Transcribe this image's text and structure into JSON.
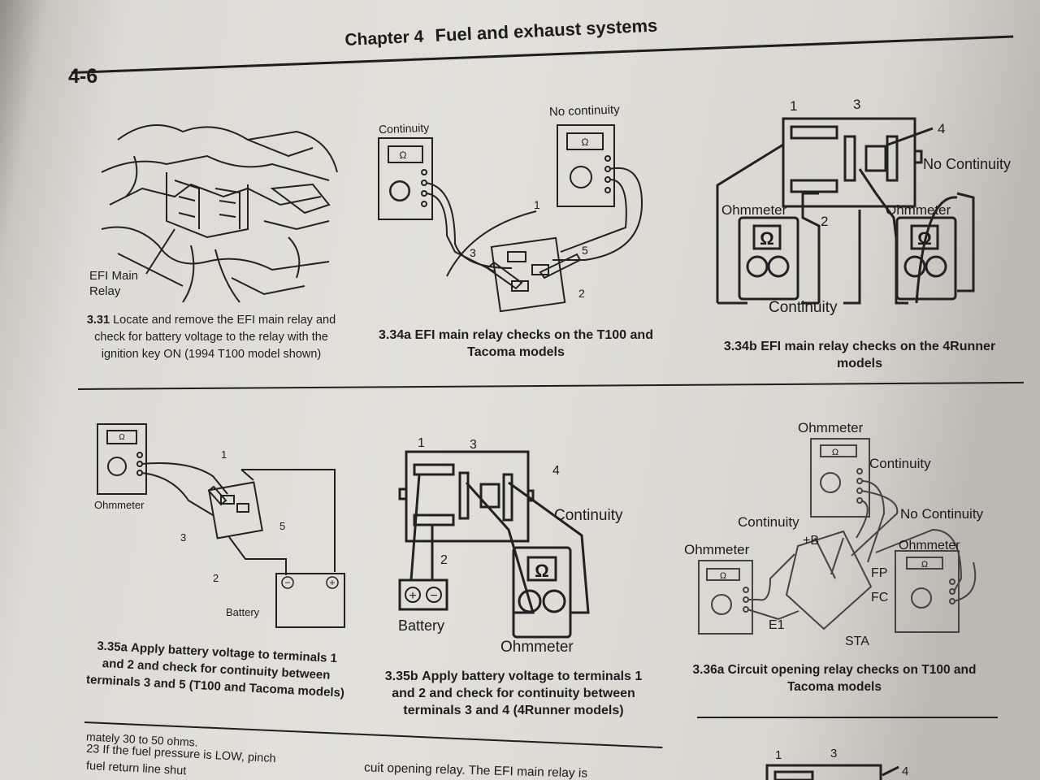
{
  "header": {
    "page_number": "4-6",
    "chapter": "Chapter 4",
    "title": "Fuel and exhaust systems"
  },
  "fig331": {
    "label": "EFI Main\nRelay",
    "caption_num": "3.31",
    "caption": "Locate and remove the EFI main relay and check for battery voltage to the relay with the ignition key ON (1994 T100 model shown)"
  },
  "fig334a": {
    "meter_left": "Continuity",
    "meter_right": "No continuity",
    "terminals": [
      "1",
      "3",
      "5",
      "2"
    ],
    "caption_num": "3.34a",
    "caption": "EFI main relay checks on the T100 and Tacoma models"
  },
  "fig334b": {
    "terminals": [
      "1",
      "3",
      "4",
      "2"
    ],
    "no_continuity": "No Continuity",
    "ohmmeter_left": "Ohmmeter",
    "ohmmeter_right": "Ohmmeter",
    "continuity": "Continuity",
    "omega": "Ω",
    "caption_num": "3.34b",
    "caption": "EFI main relay checks on the 4Runner models"
  },
  "fig335a": {
    "ohmmeter": "Ohmmeter",
    "terminals": [
      "1",
      "3",
      "5",
      "2"
    ],
    "battery": "Battery",
    "caption_num": "3.35a",
    "caption": "Apply battery voltage to terminals 1 and 2 and check for continuity between terminals 3 and 5 (T100 and Tacoma models)"
  },
  "fig335b": {
    "terminals": [
      "1",
      "3",
      "4",
      "2"
    ],
    "continuity": "Continuity",
    "battery": "Battery",
    "ohmmeter": "Ohmmeter",
    "omega": "Ω",
    "caption_num": "3.35b",
    "caption": "Apply battery voltage to terminals 1 and 2 and check for continuity between terminals 3 and 4 (4Runner models)"
  },
  "fig336a": {
    "ohmmeter_top": "Ohmmeter",
    "continuity_top": "Continuity",
    "continuity_left": "Continuity",
    "no_continuity": "No Continuity",
    "ohmmeter_left": "Ohmmeter",
    "ohmmeter_right": "Ohmmeter",
    "terminals": [
      "+B",
      "FP",
      "FC",
      "E1",
      "STA"
    ],
    "caption_num": "3.36a",
    "caption": "Circuit opening relay checks on T100 and Tacoma models"
  },
  "body_text": {
    "line1": "mately 30 to 50 ohms.",
    "line2": "23   If the fuel pressure is LOW, pinch",
    "line3": "fuel return line shut",
    "col2": "cuit opening relay. The EFI main relay is"
  },
  "next_figure_terminals": [
    "1",
    "3",
    "4"
  ]
}
